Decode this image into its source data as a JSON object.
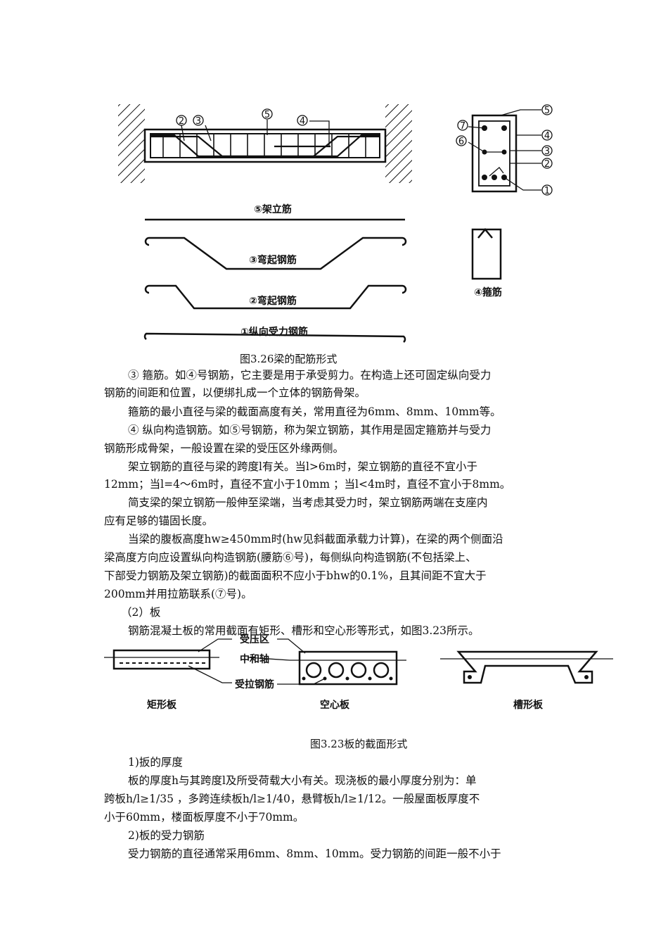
{
  "figure_3_26": {
    "caption": "图3.26梁的配筋形式",
    "labels": {
      "n1": "1",
      "n2": "2",
      "n3": "3",
      "n4": "4",
      "n5": "5",
      "n6": "6",
      "n7": "7",
      "bar5": "⑤架立筋",
      "bar3": "③弯起钢筋",
      "bar2": "②弯起钢筋",
      "bar1": "①纵向受力钢筋",
      "stirrup": "④箍筋"
    }
  },
  "text_block_1": [
    "③ 箍筋。如④号钢筋，它主要是用于承受剪力。在构造上还可固定纵向受力",
    "钢筋的间距和位置，以便绑扎成一个立体的钢筋骨架。",
    "箍筋的最小直径与梁的截面高度有关，常用直径为6mm、8mm、10mm等。",
    "④ 纵向构造钢筋。如⑤号钢筋，称为架立钢筋，其作用是固定箍筋并与受力",
    "钢筋形成骨架，一般设置在梁的受压区外缘两侧。",
    "架立钢筋的直径与梁的跨度l有关。当l>6m时，架立钢筋的直径不宜小于",
    "12mm；当l=4～6m时，直径不宜小于10mm ；当l<4m时，直径不宜小于8mm。",
    "简支梁的架立钢筋一般伸至梁端，当考虑其受力时，架立钢筋两端在支座内",
    "应有足够的锚固长度。",
    "当梁的腹板高度hw≥450mm时(hw见斜截面承载力计算)，在梁的两个侧面沿",
    "梁高度方向应设置纵向构造钢筋(腰筋⑥号)，每侧纵向构造钢筋(不包括梁上、",
    "下部受力钢筋及架立钢筋)的截面面积不应小于bhw的0.1%，且其间距不宜大于",
    "200mm并用拉筋联系(⑦号)。",
    "（2）板",
    "钢筋混凝土板的常用截面有矩形、槽形和空心形等形式，如图3.23所示。"
  ],
  "figure_3_23": {
    "caption": "图3.23板的截面形式",
    "labels": {
      "compression": "受压区",
      "neutral": "中和轴",
      "tension_steel": "受拉钢筋",
      "rect": "矩形板",
      "hollow": "空心板",
      "channel": "槽形板"
    }
  },
  "text_block_2": [
    "1)扳的厚度",
    "板的厚度h与其跨度l及所受荷载大小有关。现浇板的最小厚度分别为：单",
    "跨板h/l≥1/35 ，多跨连续板h/l≥1/40，悬臂板h/l≥1/12。一般屋面板厚度不",
    "小于60mm，楼面板厚度不小于70mm。",
    "2)板的受力钢筋",
    " 受力钢筋的直径通常采用6mm、8mm、10mm。受力钢筋的间距一般不小于"
  ]
}
